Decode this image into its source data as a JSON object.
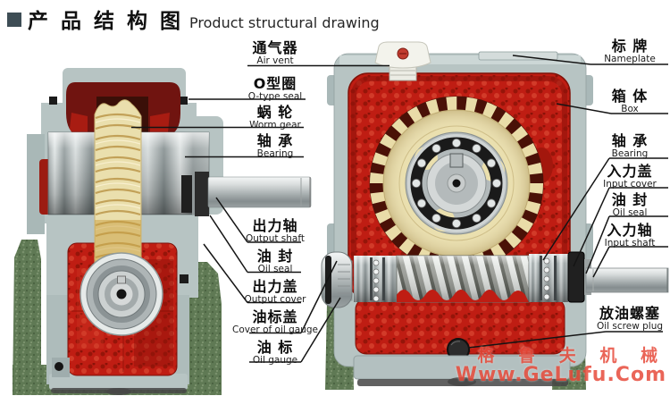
{
  "title": {
    "zh": "产 品 结 构 图",
    "en": "Product structural drawing",
    "bullet_color": "#3e4d55"
  },
  "labels": {
    "center": [
      {
        "id": "air-vent",
        "zh": "通气器",
        "en": "Air vent"
      },
      {
        "id": "o-type-seal",
        "zh": "O型圈",
        "en": "O-type seal"
      },
      {
        "id": "worm-gear",
        "zh": "蜗 轮",
        "en": "Worm gear"
      },
      {
        "id": "bearing-left",
        "zh": "轴 承",
        "en": "Bearing"
      },
      {
        "id": "output-shaft",
        "zh": "出力轴",
        "en": "Output shaft"
      },
      {
        "id": "oil-seal-left",
        "zh": "油 封",
        "en": "Oil seal"
      },
      {
        "id": "output-cover",
        "zh": "出力盖",
        "en": "Output cover"
      },
      {
        "id": "oil-gauge-cover",
        "zh": "油标盖",
        "en": "Cover of oil gauge"
      },
      {
        "id": "oil-gauge",
        "zh": "油 标",
        "en": "Oil gauge"
      }
    ],
    "right": [
      {
        "id": "nameplate",
        "zh": "标 牌",
        "en": "Nameplate"
      },
      {
        "id": "box",
        "zh": "箱 体",
        "en": "Box"
      },
      {
        "id": "bearing-right",
        "zh": "轴 承",
        "en": "Bearing"
      },
      {
        "id": "input-cover",
        "zh": "入力盖",
        "en": "Input cover"
      },
      {
        "id": "oil-seal-right",
        "zh": "油 封",
        "en": "Oil seal"
      },
      {
        "id": "input-shaft",
        "zh": "入力轴",
        "en": "Input shaft"
      },
      {
        "id": "oil-screw-plug",
        "zh": "放油螺塞",
        "en": "Oil screw plug"
      }
    ]
  },
  "watermark": {
    "zh": "格 鲁 夫 机 械",
    "en": "Www.GeLufu.Com",
    "color": "#e74b3b"
  },
  "figure": {
    "left_view": "worm-gearbox-side-section",
    "right_view": "worm-gearbox-front-section"
  },
  "colors": {
    "housing_gray": "#b7c4c3",
    "cavity_red": "#bf1d13",
    "dark_red": "#701410",
    "worm_cream": "#eadfad",
    "brass": "#c79d3f",
    "silver": "#c9cdce",
    "base_green": "#5f7954",
    "leader_line": "#141414"
  }
}
